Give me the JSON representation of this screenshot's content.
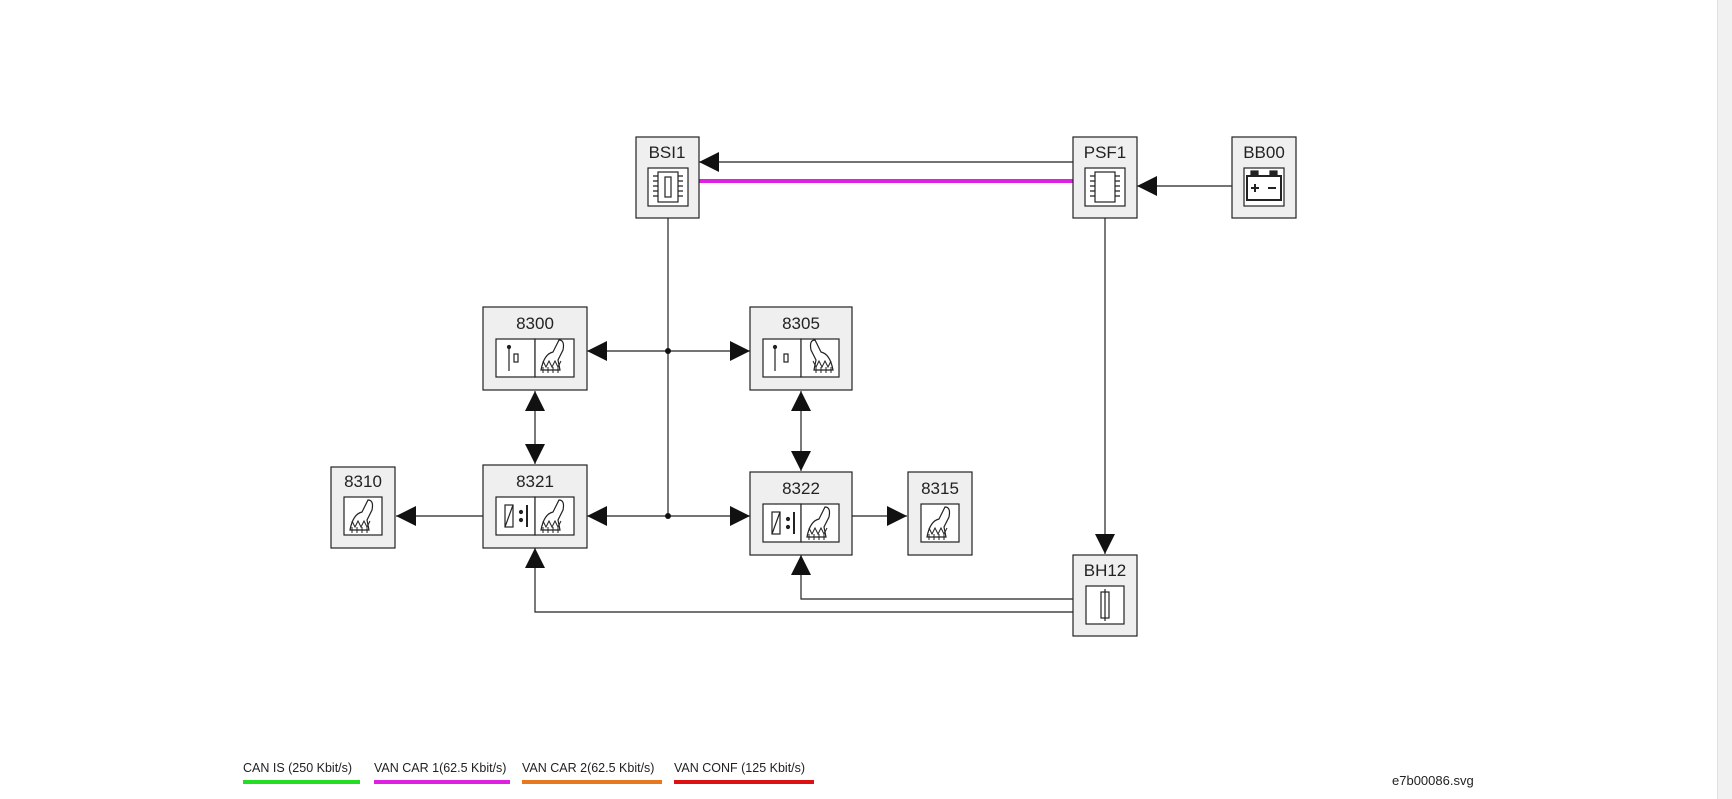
{
  "nodes": {
    "bsi1": "BSI1",
    "psf1": "PSF1",
    "bb00": "BB00",
    "n8300": "8300",
    "n8305": "8305",
    "n8310": "8310",
    "n8321": "8321",
    "n8322": "8322",
    "n8315": "8315",
    "bh12": "BH12"
  },
  "legend": [
    {
      "label": "CAN IS (250 Kbit/s)",
      "color": "#22dd22"
    },
    {
      "label": "VAN CAR 1(62.5 Kbit/s)",
      "color": "#e020e0"
    },
    {
      "label": "VAN CAR 2(62.5 Kbit/s)",
      "color": "#e87820"
    },
    {
      "label": "VAN CONF (125 Kbit/s)",
      "color": "#dd1111"
    }
  ],
  "file_name": "e7b00086.svg",
  "colors": {
    "box_fill": "#efefef",
    "line": "#222222",
    "van_car_1": "#e020e0"
  }
}
